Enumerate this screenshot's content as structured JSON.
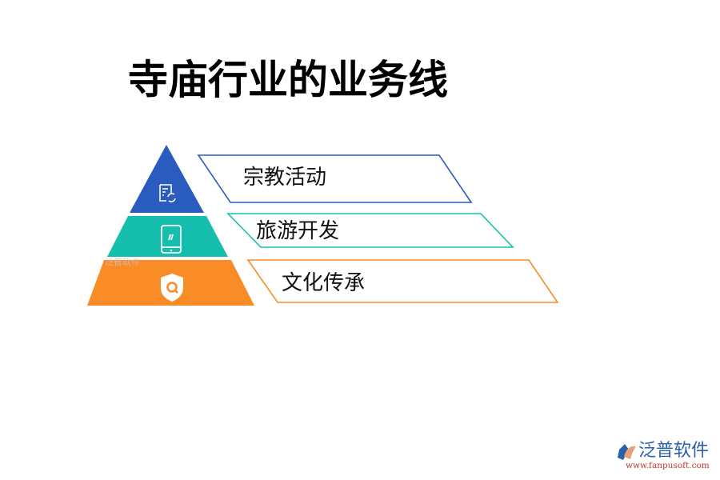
{
  "title": "寺庙行业的业务线",
  "pyramid": {
    "levels": [
      {
        "label": "宗教活动",
        "color": "#2a5cbf",
        "icon": "document-refresh-icon"
      },
      {
        "label": "旅游开发",
        "color": "#16bfad",
        "icon": "tablet-icon"
      },
      {
        "label": "文化传承",
        "color": "#fa8c28",
        "icon": "shield-search-icon"
      }
    ]
  },
  "watermark": "泛普软件",
  "logo": {
    "name": "泛普软件",
    "url": "www.fanpusoft.com"
  }
}
